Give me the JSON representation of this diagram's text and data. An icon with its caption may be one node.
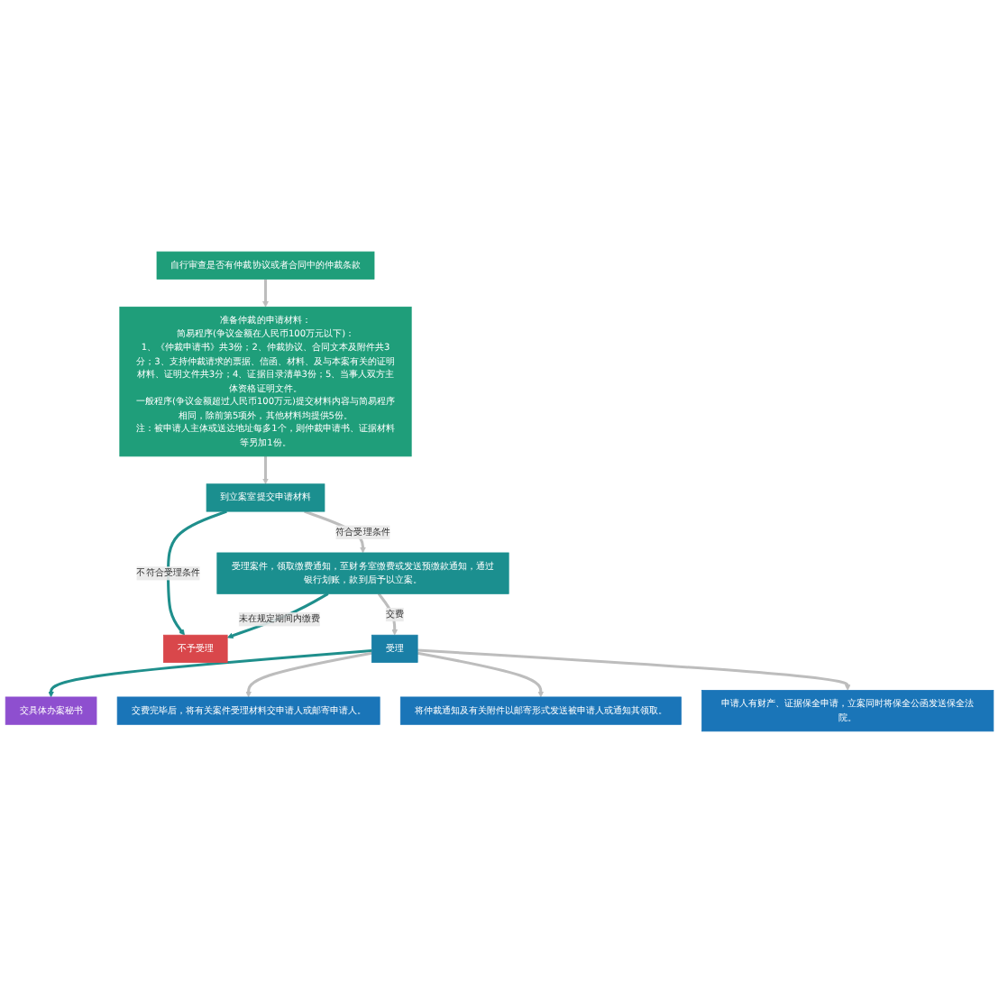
{
  "diagram": {
    "nodes": [
      {
        "text": [
          "自行审查是否有仲裁协议或者合同中的仲裁条款"
        ]
      },
      {
        "text": [
          "准备仲裁的申请材料：",
          "简易程序(争议金额在人民币100万元以下)：",
          "1、《仲裁申请书》共3份；2、仲裁协议、合同文本及附件共3分；3、支持仲裁请求的票据、信函、材料、及与本案有关的证明材料、证明文件共3分；4、证据目录清单3份；5、当事人双方主体资格证明文件。",
          "一般程序(争议金额超过人民币100万元)提交材料内容与简易程序相同，除前第5项外，其他材料均提供5份。",
          "注：被申请人主体或送达地址每多1个，则仲裁申请书、证据材料等另加1份。"
        ]
      },
      {
        "text": [
          "到立案室提交申请材料"
        ]
      },
      {
        "text": [
          "不予受理"
        ]
      },
      {
        "text": [
          "受理案件，领取缴费通知，至财务室缴费或发送预缴款通知，通过银行划账，款到后予以立案。"
        ]
      },
      {
        "text": [
          "受理"
        ]
      },
      {
        "text": [
          "交具体办案秘书"
        ]
      },
      {
        "text": [
          "交费完毕后，将有关案件受理材料交申请人或邮寄申请人。"
        ]
      },
      {
        "text": [
          "将仲裁通知及有关附件以邮寄形式发送被申请人或通知其领取。"
        ]
      },
      {
        "text": [
          "申请人有财产、证据保全申请，立案同时将保全公函发送保全法院。"
        ]
      }
    ],
    "edges": [
      {
        "from": 0,
        "to": 1,
        "arrow": "to"
      },
      {
        "from": 1,
        "to": 2,
        "arrow": "to"
      },
      {
        "from": 2,
        "to": 3,
        "arrow": "to",
        "label": "不符合受理条件",
        "color": "#1f8f8c"
      },
      {
        "from": 2,
        "to": 4,
        "arrow": "to",
        "label": "符合受理条件"
      },
      {
        "from": 4,
        "to": 3,
        "arrow": "to",
        "label": "未在规定期间内缴费",
        "color": "#1f8f8c"
      },
      {
        "from": 4,
        "to": 5,
        "arrow": "to",
        "label": "交费"
      },
      {
        "from": 5,
        "to": 6,
        "arrow": "to",
        "color": "#1f8f8c"
      },
      {
        "from": 5,
        "to": 7,
        "arrow": "to"
      },
      {
        "from": 5,
        "to": 8,
        "arrow": "to"
      },
      {
        "from": 5,
        "to": 9,
        "arrow": "to"
      }
    ]
  }
}
